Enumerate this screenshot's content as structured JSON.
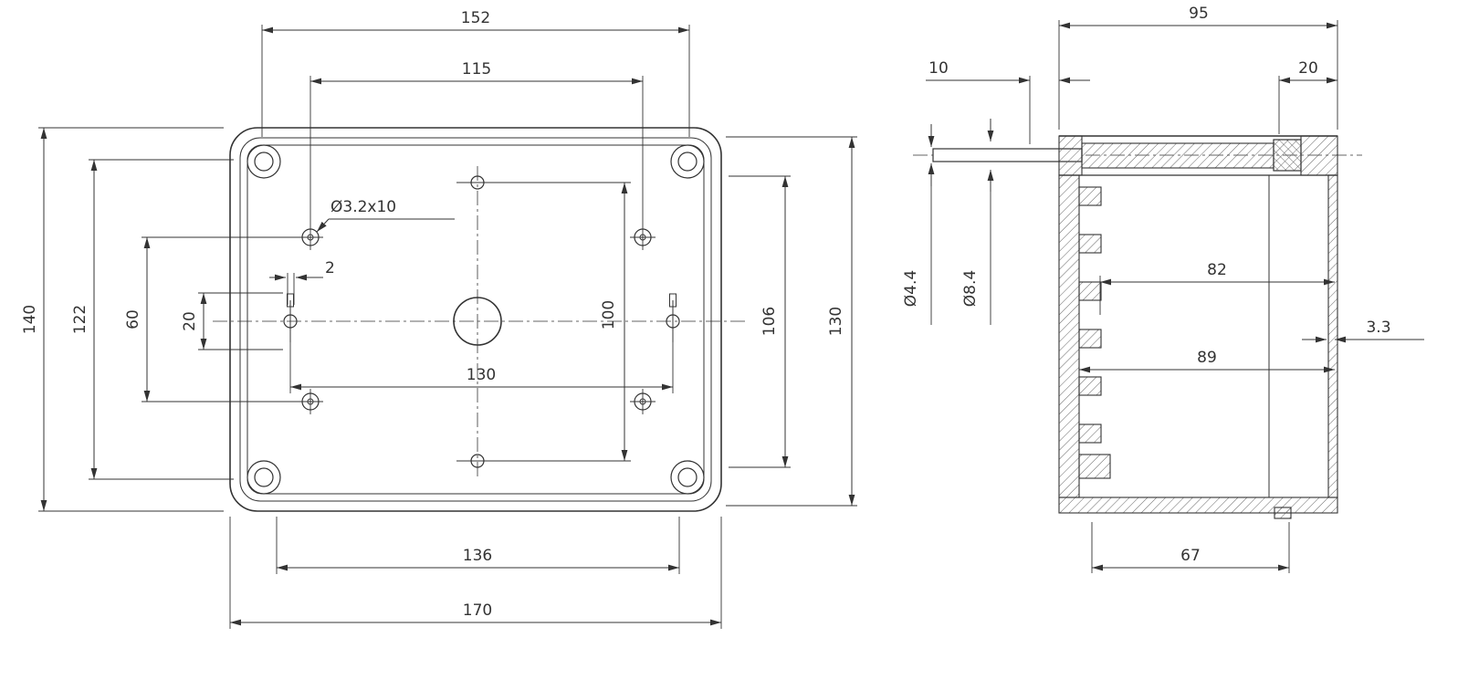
{
  "drawing": {
    "front_view": {
      "dims": {
        "top_outer": "152",
        "top_inner": "115",
        "left_overall": "140",
        "left_inner": "122",
        "left_hole_span": "60",
        "left_tab_span": "20",
        "tab_width": "2",
        "hole_note": "Ø3.2x10",
        "mid_span": "130",
        "right_inner_span": "100",
        "right_mid_span": "106",
        "right_outer_span": "130",
        "bottom_inner": "136",
        "bottom_overall": "170"
      }
    },
    "side_view": {
      "dims": {
        "top_overall": "95",
        "top_left": "10",
        "top_right": "20",
        "screw_dia_small": "Ø4.4",
        "screw_dia_large": "Ø8.4",
        "cavity_depth": "82",
        "cavity_depth_full": "89",
        "wall_thickness": "3.3",
        "bottom_span": "67"
      }
    }
  }
}
